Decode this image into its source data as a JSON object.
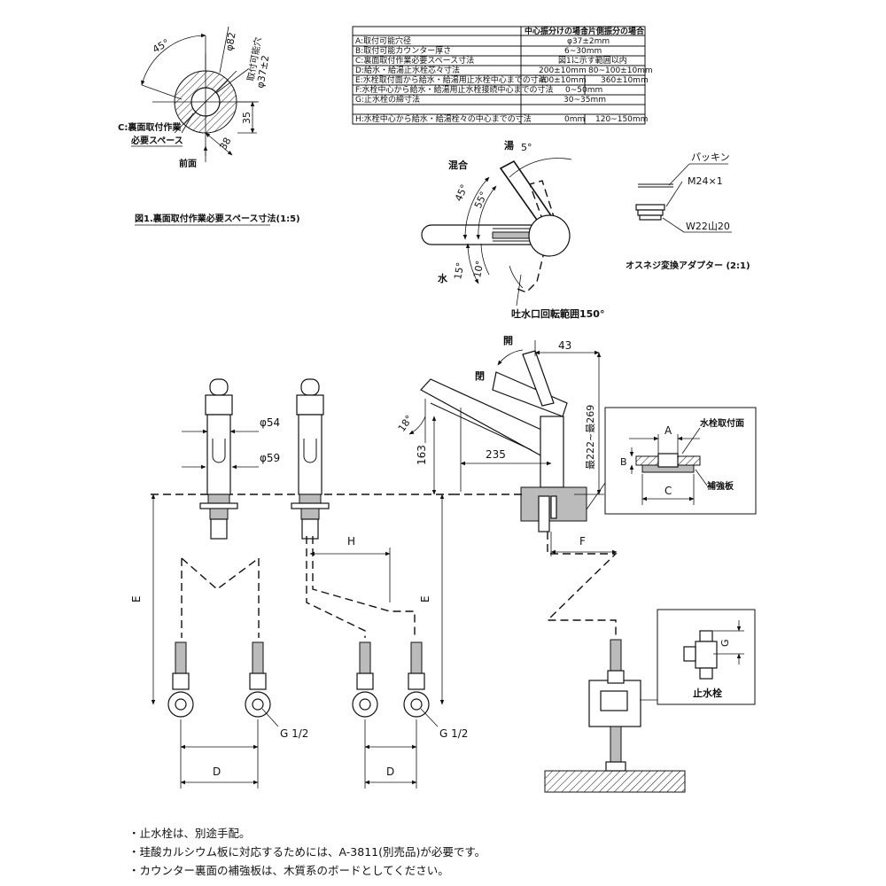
{
  "table": {
    "header": [
      "",
      "中心振分けの場合",
      "片側振分の場合"
    ],
    "rows": [
      [
        "A:取付可能穴径",
        "φ37±2mm",
        ""
      ],
      [
        "B:取付可能カウンター厚さ",
        "6~30mm",
        ""
      ],
      [
        "C:裏面取付作業必要スペース寸法",
        "図1に示す範囲以内",
        ""
      ],
      [
        "D:給水・給湯止水栓芯々寸法",
        "200±10mm",
        "80~100±10mm"
      ],
      [
        "E:水栓取付面から給水・給湯用止水栓中心までの寸法",
        "400±10mm",
        "360±10mm"
      ],
      [
        "F:水栓中心から給水・給湯用止水栓接続中心までの寸法",
        "0~50mm",
        ""
      ],
      [
        "G:止水栓の締寸法",
        "30~35mm",
        ""
      ],
      [
        "H:水栓中心から給水・給湯栓々の中心までの寸法",
        "0mm",
        "120~150mm"
      ]
    ]
  },
  "fig1": {
    "caption": "図1.裏面取付作業必要スペース寸法(1:5)",
    "angle": "45°",
    "dia_outer": "φ82",
    "hole_label": "取付可能穴",
    "dia_hole": "φ37±2",
    "dim_35": "35",
    "dim_38": "38",
    "space_label_1": "C:裏面取付作業",
    "space_label_2": "必要スペース",
    "front": "前面"
  },
  "top_view": {
    "hot": "湯",
    "hot_angle": "5°",
    "mix": "混合",
    "angle_45": "45°",
    "angle_55": "55°",
    "water": "水",
    "angle_15": "15°",
    "angle_10": "10°",
    "spout_rotation": "吐水口回転範囲150°"
  },
  "adapter": {
    "packing": "パッキン",
    "m24": "M24×1",
    "w22": "W22山20",
    "caption": "オスネジ変換アダプター (2:1)"
  },
  "front_view": {
    "d54": "φ54",
    "d59": "φ59",
    "h": "H",
    "e_left": "E",
    "e_right": "E",
    "g_left": "G 1/2",
    "g_right": "G 1/2",
    "d_left": "D",
    "d_right": "D"
  },
  "side_view": {
    "open": "開",
    "close": "閉",
    "dim_43": "43",
    "angle_18": "18°",
    "dim_163": "163",
    "dim_235": "235",
    "dim_222": "最222~最269",
    "f": "F"
  },
  "detail_mount": {
    "a": "A",
    "b": "B",
    "c": "C",
    "mount_face": "水栓取付面",
    "board": "補強板"
  },
  "detail_valve": {
    "g": "G",
    "label": "止水栓"
  },
  "notes": [
    "・止水栓は、別途手配。",
    "・珪酸カルシウム板に対応するためには、A-3811(別売品)が必要です。",
    "・カウンター裏面の補強板は、木質系のボードとしてください。"
  ]
}
